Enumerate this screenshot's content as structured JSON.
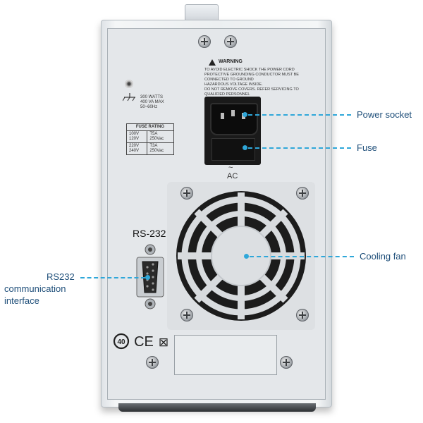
{
  "warning": {
    "title": "WARNING",
    "lines": [
      "TO AVOID ELECTRIC SHOCK THE POWER CORD",
      "PROTECTIVE GROUNDING CONDUCTOR MUST BE",
      "CONNECTED TO GROUND",
      "HAZARDOUS VOLTAGE INSIDE.",
      "DO NOT REMOVE COVERS. REFER SERVICING TO",
      "QUALIFIED PERSONNEL"
    ]
  },
  "power_spec": [
    "300 WATTS",
    "400 VA MAX",
    "50~60Hz"
  ],
  "fuse_rating": {
    "header": "FUSE RATING",
    "rows": [
      {
        "voltage": [
          "100V",
          "120V"
        ],
        "fuse": [
          "T5A",
          "250Vac"
        ]
      },
      {
        "voltage": [
          "220V",
          "240V"
        ],
        "fuse": [
          "T3A",
          "250Vac"
        ]
      }
    ]
  },
  "ac_symbol": "~",
  "ac_label": "AC",
  "rs_label": "RS-232",
  "marks": {
    "age": "40",
    "ce": "CE",
    "weee": "⊠"
  },
  "callouts": {
    "power_socket": "Power socket",
    "fuse": "Fuse",
    "cooling_fan": "Cooling fan",
    "rs232": [
      "RS232",
      "communication",
      "interface"
    ]
  },
  "colors": {
    "callout_text": "#1f4f7a",
    "callout_accent": "#2fa7d9"
  }
}
